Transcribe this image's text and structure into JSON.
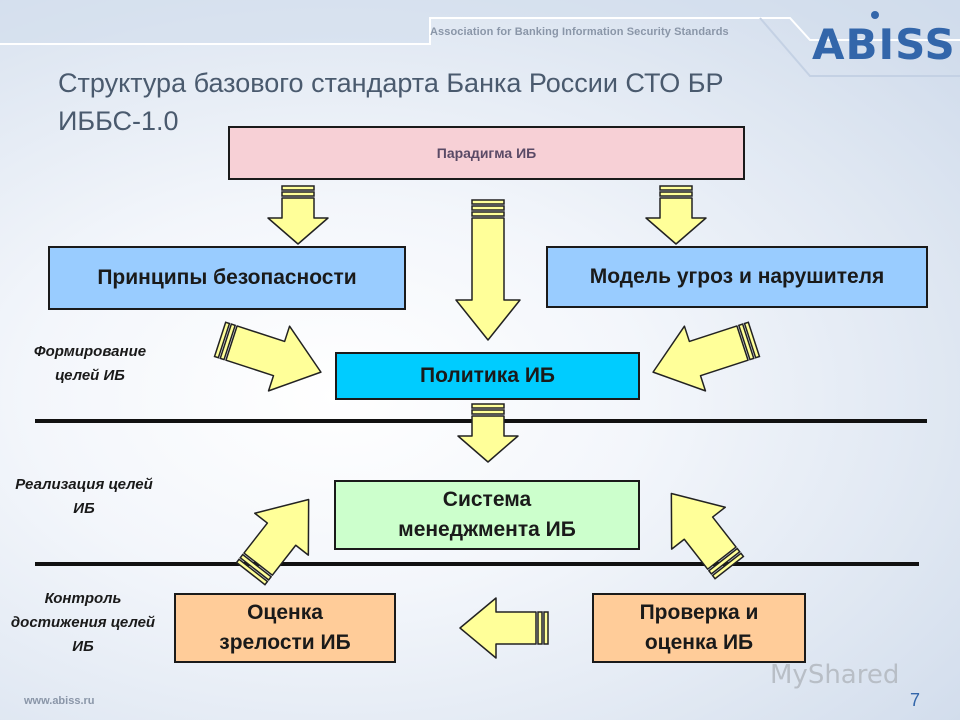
{
  "header": {
    "org_name": "Association for Banking Information Security Standards",
    "logo": "ABISS"
  },
  "title": "Структура базового стандарта Банка России СТО БР ИББС-1.0",
  "boxes": {
    "paradigm": "Парадигма ИБ",
    "principles": "Принципы безопасности",
    "threat_model": "Модель угроз и нарушителя",
    "policy": "Политика ИБ",
    "management_system": "Система менеджмента ИБ",
    "maturity": "Оценка зрелости ИБ",
    "audit": "Проверка и оценка ИБ"
  },
  "side_labels": {
    "goals_formation": "Формирование целей ИБ",
    "goals_realization": "Реализация целей ИБ",
    "goals_control": "Контроль достижения целей ИБ"
  },
  "footer": {
    "url": "www.abiss.ru",
    "page_number": "7"
  },
  "watermark": "MyShared",
  "colors": {
    "paradigm_fill": "#f7d0d6",
    "blue_fill": "#99ccff",
    "cyan_fill": "#00ccff",
    "green_fill": "#ccffcc",
    "orange_fill": "#ffcc99",
    "arrow_fill": "#ffff99",
    "logo": "#3366aa"
  }
}
